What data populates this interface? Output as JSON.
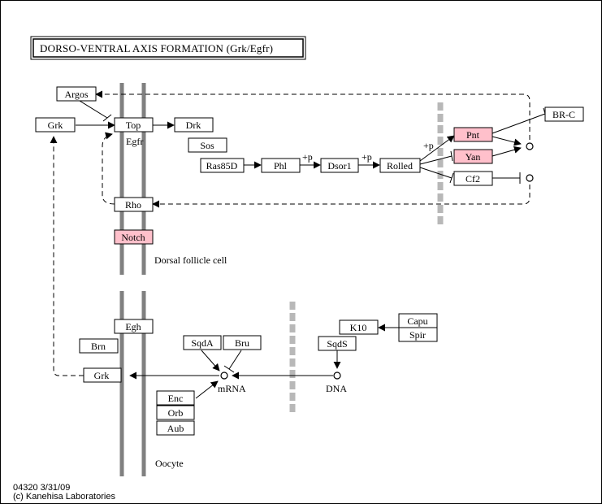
{
  "title": "DORSO-VENTRAL AXIS FORMATION (Grk/Egfr)",
  "footer": {
    "code": "04320 3/31/09",
    "copyright": "(c) Kanehisa Laboratories"
  },
  "labels": {
    "egfr": "Egfr",
    "dorsal_follicle_cell": "Dorsal follicle cell",
    "oocyte": "Oocyte",
    "mrna": "mRNA",
    "dna": "DNA",
    "plus_p_1": "+p",
    "plus_p_2": "+p",
    "plus_p_3": "+p"
  },
  "nodes": {
    "argos": "Argos",
    "grk_top": "Grk",
    "top": "Top",
    "drk": "Drk",
    "sos": "Sos",
    "ras85d": "Ras85D",
    "phl": "Phl",
    "dsor1": "Dsor1",
    "rolled": "Rolled",
    "pnt": "Pnt",
    "yan": "Yan",
    "cf2": "Cf2",
    "brc": "BR-C",
    "rho": "Rho",
    "notch": "Notch",
    "egh": "Egh",
    "brn": "Brn",
    "grk_bottom": "Grk",
    "sqda": "SqdA",
    "bru": "Bru",
    "k10": "K10",
    "capu": "Capu",
    "spir": "Spir",
    "sqds": "SqdS",
    "enc": "Enc",
    "orb": "Orb",
    "aub": "Aub"
  },
  "colors": {
    "highlight": "#ffc0cb",
    "membrane": "#808080",
    "nuclear_membrane": "#b8b8b8"
  }
}
